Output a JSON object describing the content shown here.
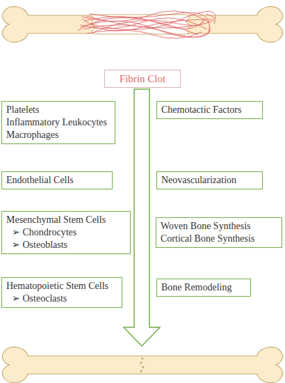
{
  "diagram": {
    "nodes": [
      {
        "text": [
          "Fibrin Clot"
        ]
      },
      {
        "text": [
          "Platelets",
          "Inflammatory Leukocytes",
          "Macrophages"
        ]
      },
      {
        "text": [
          "Chemotactic Factors"
        ]
      },
      {
        "text": [
          "Endothelial Cells"
        ]
      },
      {
        "text": [
          "Neovascularization"
        ]
      },
      {
        "text": [
          "Mesenchymal Stem Cells",
          "➢ Chondrocytes",
          "➢ Osteoblasts"
        ]
      },
      {
        "text": [
          "Woven Bone Synthesis",
          "Cortical Bone Synthesis"
        ]
      },
      {
        "text": [
          "Hematopoietic Stem Cells",
          "➢ Osteoclasts"
        ]
      },
      {
        "text": [
          "Bone Remodeling"
        ]
      }
    ]
  }
}
